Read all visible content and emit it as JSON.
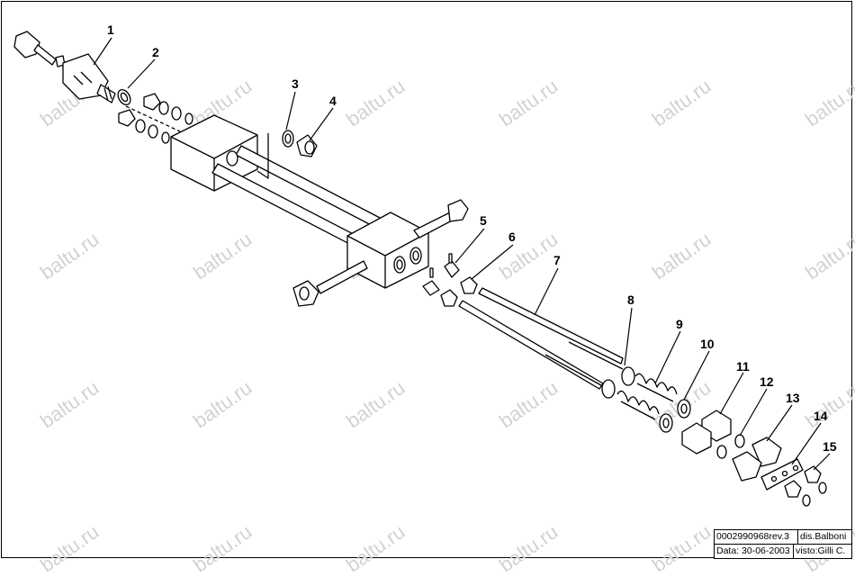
{
  "watermark": "baltu.ru",
  "callouts": [
    "1",
    "2",
    "3",
    "4",
    "5",
    "6",
    "7",
    "8",
    "9",
    "10",
    "11",
    "12",
    "13",
    "14",
    "15"
  ],
  "title_block": {
    "drawing_number": "0002990968rev.3",
    "drawn_by": "dis.Balboni",
    "date": "Data: 30-06-2003",
    "checked_by": "visto:Gilli C."
  }
}
